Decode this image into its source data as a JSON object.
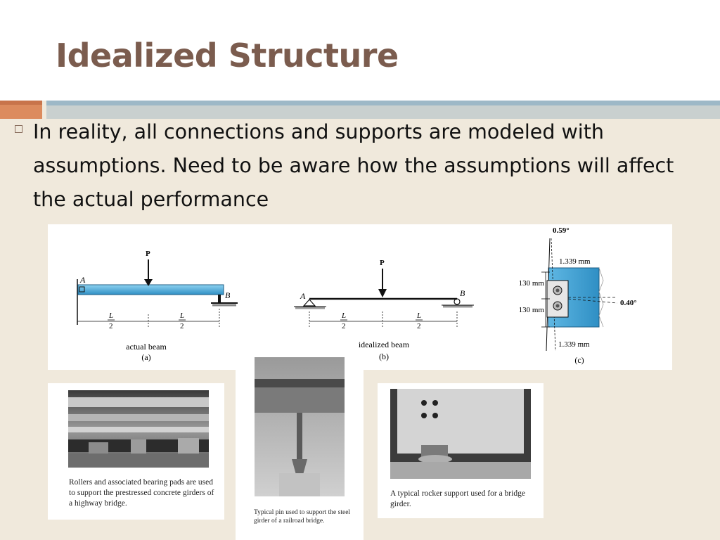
{
  "slide": {
    "title": "Idealized Structure",
    "bullet_text": "In reality, all connections and supports are modeled with assumptions. Need to be aware how the assumptions will affect the actual performance"
  },
  "figure": {
    "load_label": "P",
    "point_a": "A",
    "point_b": "B",
    "half_span_num": "L",
    "half_span_den": "2",
    "a_caption": "actual beam",
    "a_tag": "(a)",
    "b_caption": "idealized beam",
    "b_tag": "(b)",
    "c_tag": "(c)",
    "c_angle_top": "0.59°",
    "c_disp_top": "1.339 mm",
    "c_spacing_1": "130 mm",
    "c_spacing_2": "130 mm",
    "c_angle_right": "0.40°",
    "c_disp_bottom": "1.339 mm"
  },
  "photos": [
    {
      "caption": "Rollers and associated bearing pads are used to support the prestressed concrete girders of a highway bridge."
    },
    {
      "caption": "Typical pin used to support the steel girder of a railroad bridge."
    },
    {
      "caption": "A typical rocker support used for a bridge girder."
    }
  ],
  "colors": {
    "title": "#7b5c4e",
    "background": "#f0e9dc",
    "accent_orange": "#dc8b5e",
    "accent_blue": "#9db8c7",
    "beam_blue": "#4aa8d6"
  }
}
